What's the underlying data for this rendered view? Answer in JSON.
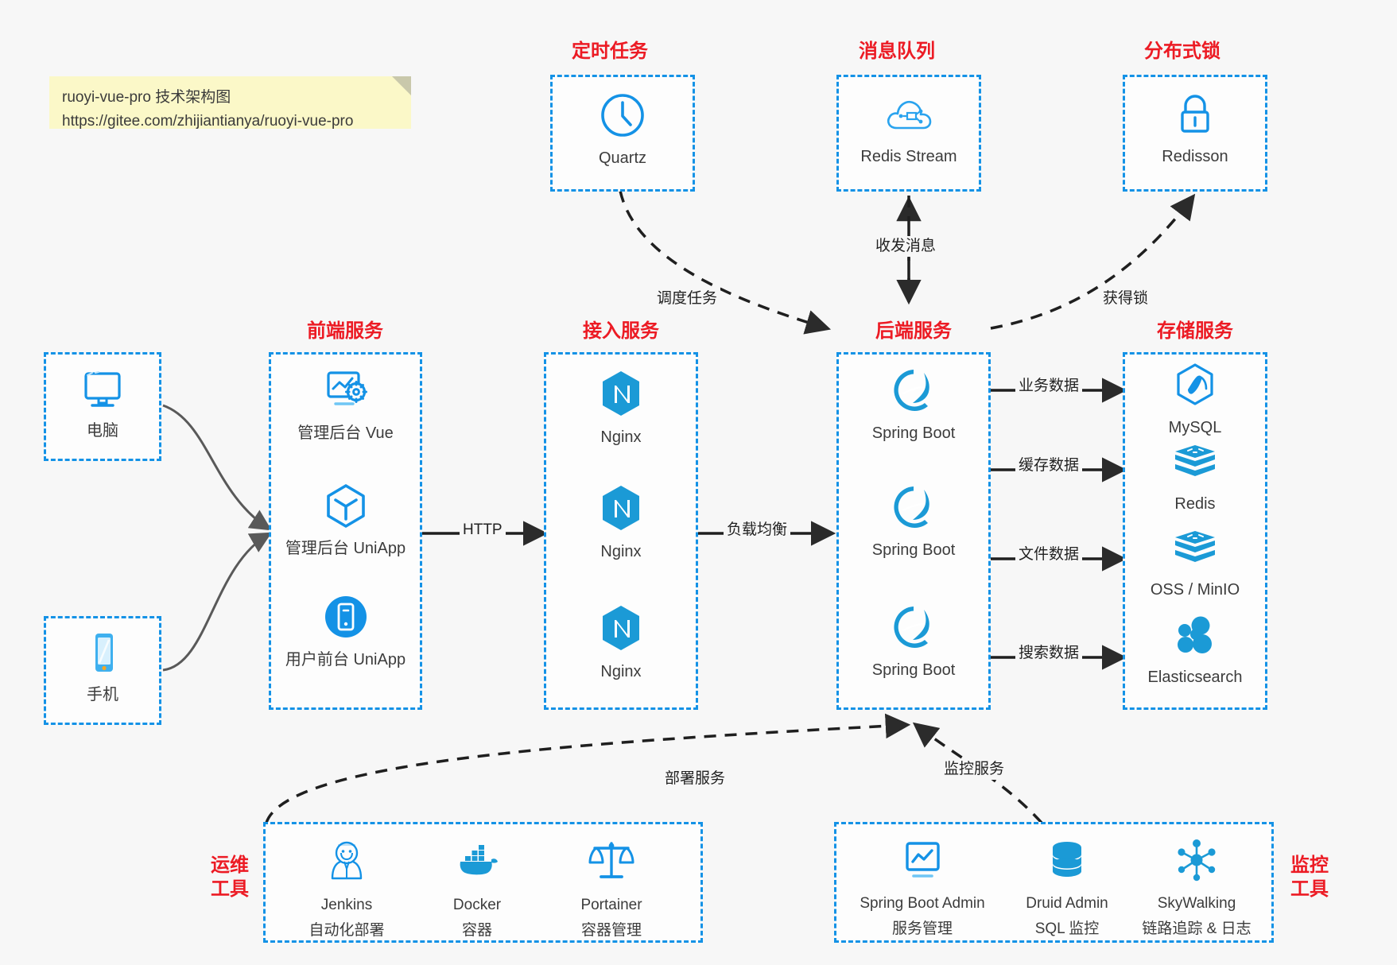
{
  "note": {
    "line1": "ruoyi-vue-pro 技术架构图",
    "line2": "https://gitee.com/zhijiantianya/ruoyi-vue-pro"
  },
  "colors": {
    "accent_blue": "#1492e6",
    "title_red": "#ec1b24",
    "note_bg": "#fbf8c8",
    "canvas_bg": "#f7f7f7",
    "arrow_gray": "#595959"
  },
  "groups": {
    "scheduled_task": {
      "title": "定时任务"
    },
    "message_queue": {
      "title": "消息队列"
    },
    "distributed_lock": {
      "title": "分布式锁"
    },
    "frontend": {
      "title": "前端服务"
    },
    "gateway": {
      "title": "接入服务"
    },
    "backend": {
      "title": "后端服务"
    },
    "storage": {
      "title": "存储服务"
    },
    "devops": {
      "title_line1": "运维",
      "title_line2": "工具"
    },
    "monitor": {
      "title_line1": "监控",
      "title_line2": "工具"
    }
  },
  "nodes": {
    "quartz": {
      "label": "Quartz",
      "icon": "clock-icon"
    },
    "redis_stream": {
      "label": "Redis Stream",
      "icon": "cloud-stream-icon"
    },
    "redisson": {
      "label": "Redisson",
      "icon": "lock-icon"
    },
    "computer": {
      "label": "电脑",
      "icon": "monitor-icon"
    },
    "phone": {
      "label": "手机",
      "icon": "smartphone-icon"
    },
    "admin_vue": {
      "label": "管理后台 Vue",
      "icon": "dashboard-icon"
    },
    "admin_uniapp": {
      "label": "管理后台 UniApp",
      "icon": "cube-icon"
    },
    "user_uniapp": {
      "label": "用户前台 UniApp",
      "icon": "mobile-app-icon"
    },
    "nginx1": {
      "label": "Nginx",
      "icon": "nginx-icon"
    },
    "nginx2": {
      "label": "Nginx",
      "icon": "nginx-icon"
    },
    "nginx3": {
      "label": "Nginx",
      "icon": "nginx-icon"
    },
    "springboot1": {
      "label": "Spring Boot",
      "icon": "spring-boot-icon"
    },
    "springboot2": {
      "label": "Spring Boot",
      "icon": "spring-boot-icon"
    },
    "springboot3": {
      "label": "Spring Boot",
      "icon": "spring-boot-icon"
    },
    "mysql": {
      "label": "MySQL",
      "icon": "mysql-icon"
    },
    "redis": {
      "label": "Redis",
      "icon": "redis-icon"
    },
    "oss": {
      "label": "OSS / MinIO",
      "icon": "oss-icon"
    },
    "elasticsearch": {
      "label": "Elasticsearch",
      "icon": "elasticsearch-icon"
    },
    "jenkins": {
      "label": "Jenkins",
      "sub": "自动化部署",
      "icon": "jenkins-icon"
    },
    "docker": {
      "label": "Docker",
      "sub": "容器",
      "icon": "docker-icon"
    },
    "portainer": {
      "label": "Portainer",
      "sub": "容器管理",
      "icon": "scales-icon"
    },
    "sba": {
      "label": "Spring Boot Admin",
      "sub": "服务管理",
      "icon": "dashboard-icon"
    },
    "druid": {
      "label": "Druid Admin",
      "sub": "SQL 监控",
      "icon": "database-icon"
    },
    "skywalking": {
      "label": "SkyWalking",
      "sub": "链路追踪 & 日志",
      "icon": "network-icon"
    }
  },
  "edges": {
    "schedule_task": "调度任务",
    "send_receive": "收发消息",
    "acquire_lock": "获得锁",
    "http": "HTTP",
    "load_balance": "负载均衡",
    "business_data": "业务数据",
    "cache_data": "缓存数据",
    "file_data": "文件数据",
    "search_data": "搜索数据",
    "deploy_service": "部署服务",
    "monitor_service": "监控服务"
  }
}
